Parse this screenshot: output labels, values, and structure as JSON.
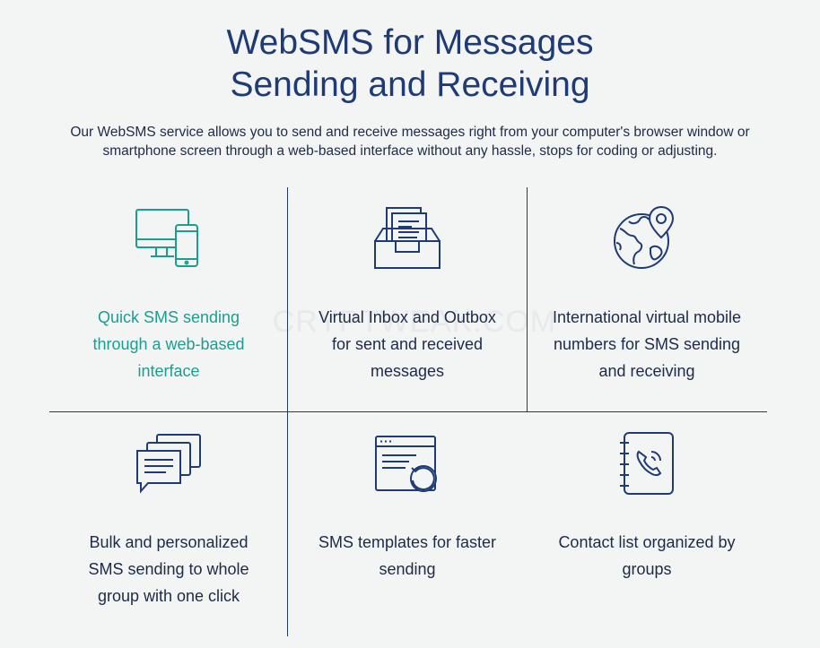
{
  "header": {
    "title_line1": "WebSMS for Messages",
    "title_line2": "Sending and Receiving",
    "description_line1": "Our WebSMS service allows you to send and receive messages right from your computer's browser window or",
    "description_line2": "smartphone screen through a web-based interface without any hassle, stops for coding or adjusting."
  },
  "colors": {
    "primary": "#1f3b75",
    "accent": "#1b9e8e",
    "background": "#f3f4f4"
  },
  "watermark": "CRYPTWEAK.COM",
  "features": [
    {
      "icon": "desktop-mobile-icon",
      "lines": [
        "Quick SMS sending",
        "through a web-based",
        "interface"
      ],
      "highlighted": true
    },
    {
      "icon": "inbox-tray-icon",
      "lines": [
        "Virtual Inbox and Outbox",
        "for sent and received",
        "messages"
      ],
      "highlighted": false
    },
    {
      "icon": "globe-pin-icon",
      "lines": [
        "International virtual mobile",
        "numbers for SMS sending",
        "and receiving"
      ],
      "highlighted": false
    },
    {
      "icon": "stacked-messages-icon",
      "lines": [
        "Bulk and personalized",
        "SMS sending to whole",
        "group with one click"
      ],
      "highlighted": false
    },
    {
      "icon": "browser-refresh-icon",
      "lines": [
        "SMS templates for faster",
        "sending"
      ],
      "highlighted": false
    },
    {
      "icon": "contact-book-phone-icon",
      "lines": [
        "Contact list organized by",
        "groups"
      ],
      "highlighted": false
    }
  ]
}
